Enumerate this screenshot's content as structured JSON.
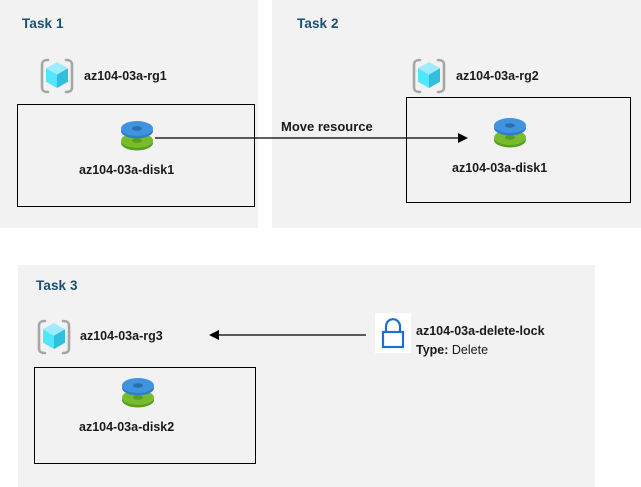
{
  "diagram": {
    "background": "#ffffff",
    "panel_bg": "#f2f2f2",
    "title_color": "#1b4f72",
    "accent_cube": "#50e6ff",
    "accent_lock": "#1d6fd0",
    "disk_top": "#3f93df",
    "disk_bottom": "#76bc2d"
  },
  "panels": [
    {
      "title": "Task 1",
      "resource_group": "az104-03a-rg1",
      "resource": "az104-03a-disk1"
    },
    {
      "title": "Task 2",
      "resource_group": "az104-03a-rg2",
      "resource": "az104-03a-disk1"
    },
    {
      "title": "Task 3",
      "resource_group": "az104-03a-rg3",
      "resource": "az104-03a-disk2",
      "lock_name": "az104-03a-delete-lock",
      "lock_type_label": "Type:",
      "lock_type_value": "Delete"
    }
  ],
  "edges": {
    "move_resource_label": "Move resource"
  },
  "icons": {
    "resource_group": "resource-group-cube-icon",
    "disk": "managed-disk-icon",
    "lock": "resource-lock-icon",
    "arrow_right": "arrow-right-icon",
    "arrow_left": "arrow-left-icon"
  }
}
